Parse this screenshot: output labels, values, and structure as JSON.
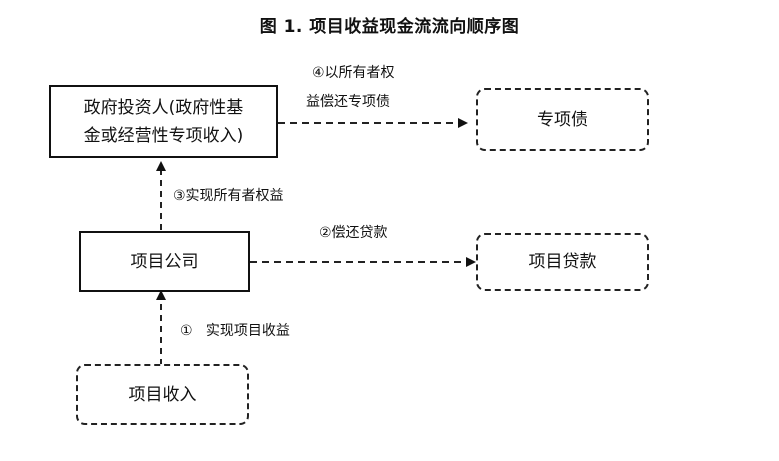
{
  "diagram": {
    "title": "图 1. 项目收益现金流流向顺序图",
    "nodes": {
      "investor": {
        "line1": "政府投资人(政府性基",
        "line2": "金或经营性专项收入)"
      },
      "special_bond": "专项债",
      "project_company": "项目公司",
      "project_loan": "项目贷款",
      "project_income": "项目收入"
    },
    "edges": {
      "step4_line1": "④以所有者权",
      "step4_line2": "益偿还专项债",
      "step3": "③实现所有者权益",
      "step2": "②偿还贷款",
      "step1": "①   实现项目收益"
    },
    "colors": {
      "line": "#222222",
      "border": "#111111",
      "background": "#ffffff"
    }
  }
}
